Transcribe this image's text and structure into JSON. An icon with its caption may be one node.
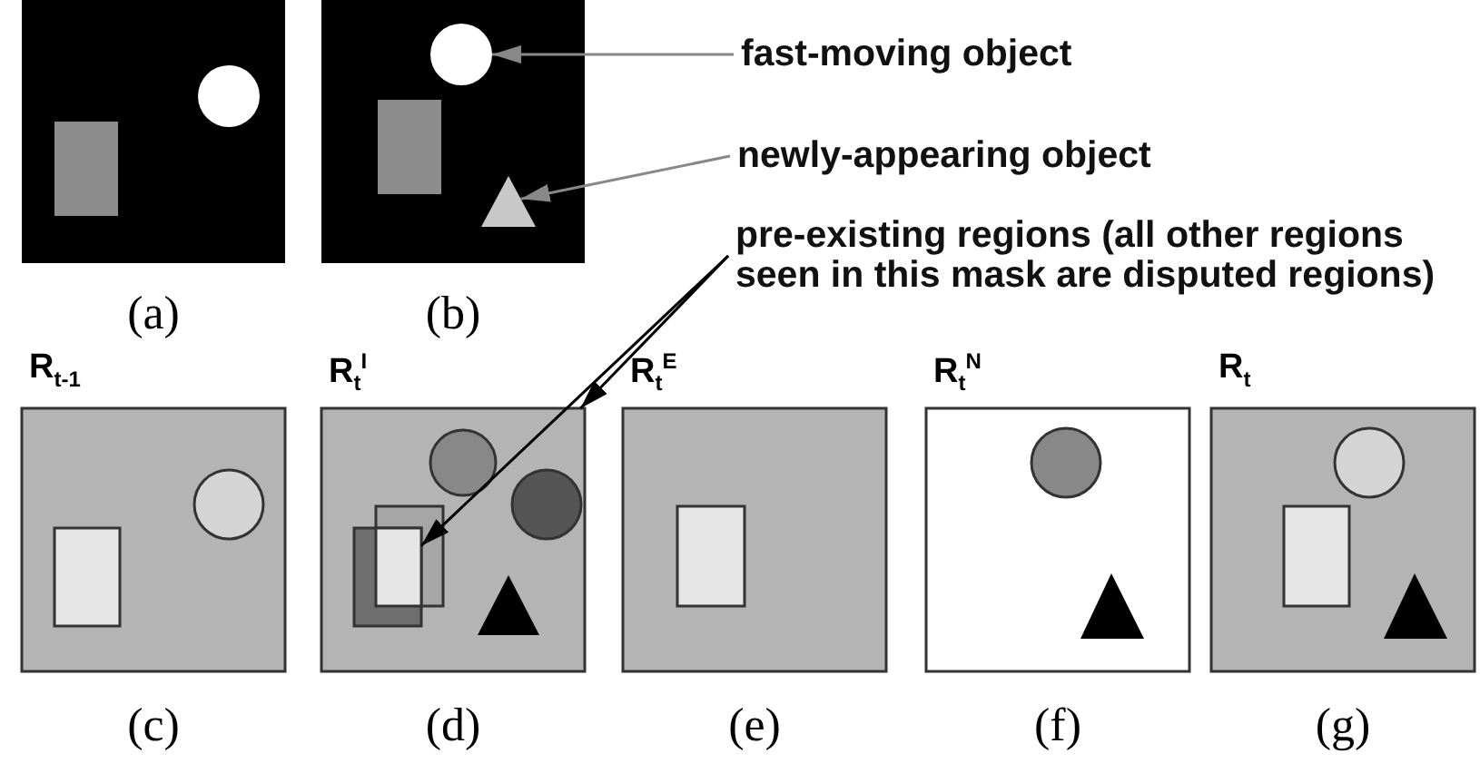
{
  "diagram": {
    "nodes": [
      {
        "text": [],
        "shape": "box",
        "beside": [
          "(a)"
        ]
      },
      {
        "text": [],
        "shape": "box",
        "beside": [
          "(b)"
        ]
      },
      {
        "text": [],
        "shape": "circle",
        "in": 1
      },
      {
        "text": [],
        "shape": "triangle",
        "in": 1
      },
      {
        "text": [
          "fast-moving object"
        ]
      },
      {
        "text": [
          "newly-appearing object"
        ]
      },
      {
        "text": [
          "pre-existing regions (all other regions seen in this mask are disputed regions)"
        ]
      },
      {
        "text": [
          "R$_{t-1}$"
        ],
        "beside": [
          "(c)"
        ]
      },
      {
        "text": [
          "R$_{t}$$^{I}$"
        ],
        "beside": [
          "(d)"
        ]
      },
      {
        "text": [],
        "shape": "box",
        "in": 8
      },
      {
        "text": [
          "R$_{t}$$^{E}$"
        ],
        "beside": [
          "(e)"
        ]
      },
      {
        "text": [
          "R$_{t}$$^{N}$"
        ],
        "beside": [
          "(f)"
        ]
      },
      {
        "text": [
          "R$_{t}$"
        ],
        "beside": [
          "(g)"
        ]
      }
    ],
    "edges": [
      {
        "from": 4,
        "to": 2,
        "arrow": "to",
        "color": "#888888"
      },
      {
        "from": 5,
        "to": 3,
        "arrow": "to",
        "color": "#888888"
      },
      {
        "from": 6,
        "to": 8,
        "arrow": "to",
        "color": "#000000"
      },
      {
        "from": 6,
        "to": 9,
        "arrow": "to",
        "color": "#000000"
      }
    ]
  }
}
